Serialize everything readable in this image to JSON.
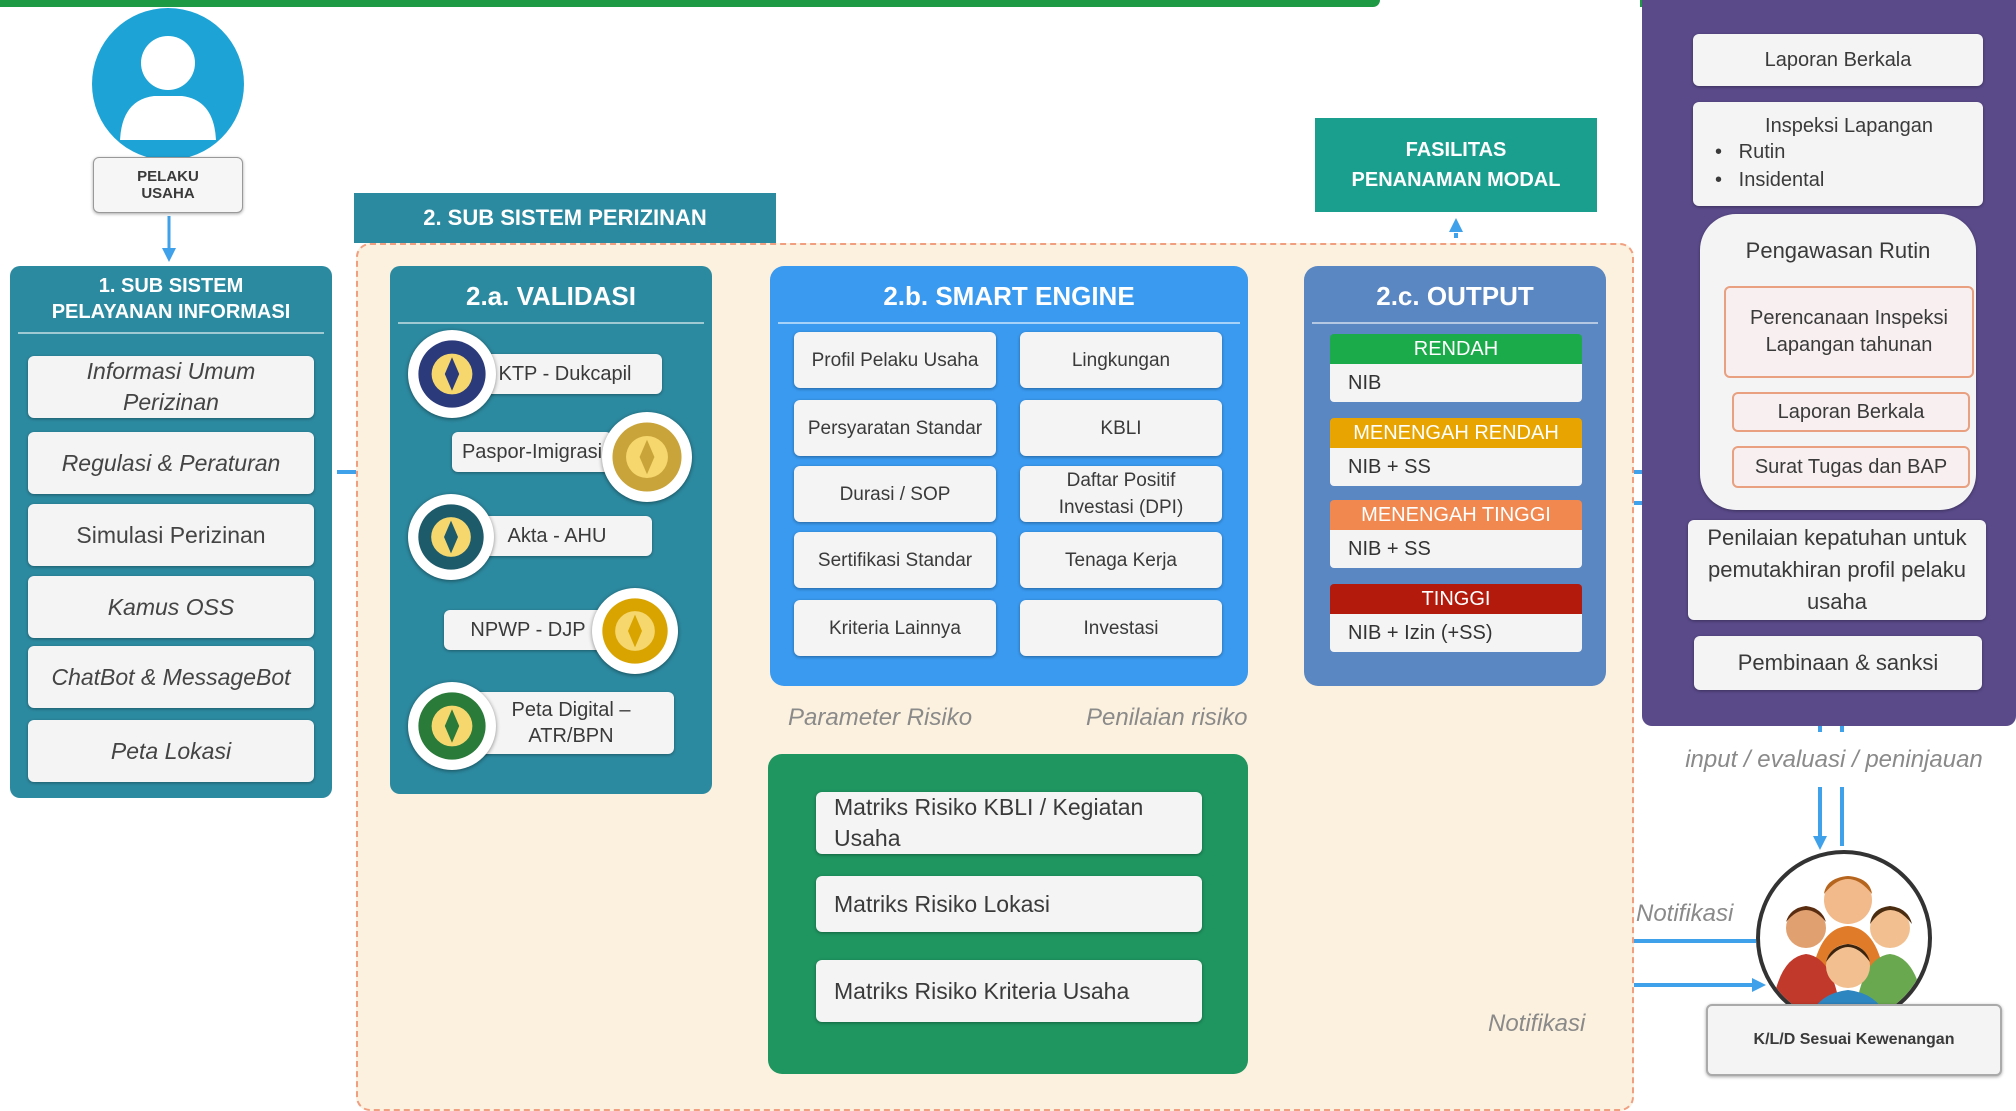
{
  "colors": {
    "teal": "#2c8aa0",
    "blue": "#2e7fd6",
    "bright_blue": "#3a9af0",
    "green": "#1f9560",
    "purple": "#5a4a8a",
    "cream": "#fcf1de",
    "arrow": "#3ea1ea"
  },
  "actor": {
    "label_line1": "PELAKU",
    "label_line2": "USAHA"
  },
  "sub1": {
    "title_line1": "1. SUB SISTEM",
    "title_line2": "PELAYANAN INFORMASI",
    "items": [
      "Informasi Umum Perizinan",
      "Regulasi & Peraturan",
      "Simulasi Perizinan",
      "Kamus OSS",
      "ChatBot & MessageBot",
      "Peta Lokasi"
    ]
  },
  "sub2": {
    "title": "2. SUB SISTEM PERIZINAN"
  },
  "validasi": {
    "title": "2.a. VALIDASI",
    "items": [
      {
        "label": "KTP -  Dukcapil",
        "icon": "dukcapil-logo"
      },
      {
        "label": "Paspor-Imigrasi",
        "icon": "imigrasi-logo"
      },
      {
        "label": "Akta - AHU",
        "icon": "ahu-logo"
      },
      {
        "label": "NPWP - DJP",
        "icon": "djp-logo"
      },
      {
        "label": "Peta Digital – ATR/BPN",
        "icon": "atr-bpn-logo"
      }
    ]
  },
  "smart": {
    "title": "2.b. SMART ENGINE",
    "left": [
      "Profil Pelaku Usaha",
      "Persyaratan Standar",
      "Durasi / SOP",
      "Sertifikasi Standar",
      "Kriteria Lainnya"
    ],
    "right": [
      "Lingkungan",
      "KBLI",
      "Daftar Positif Investasi (DPI)",
      "Tenaga Kerja",
      "Investasi"
    ]
  },
  "param_label": "Parameter Risiko",
  "penilaian_label": "Penilaian risiko",
  "matriks": [
    "Matriks Risiko KBLI / Kegiatan Usaha",
    "Matriks Risiko Lokasi",
    "Matriks Risiko Kriteria Usaha"
  ],
  "fasilitas": {
    "line1": "FASILITAS",
    "line2": "PENANAMAN MODAL"
  },
  "output": {
    "title": "2.c. OUTPUT",
    "levels": [
      {
        "level": "RENDAH",
        "value": "NIB",
        "color": "#1cab4a"
      },
      {
        "level": "MENENGAH RENDAH",
        "value": "NIB + SS",
        "color": "#e8a400"
      },
      {
        "level": "MENENGAH TINGGI",
        "value": "NIB + SS",
        "color": "#f08850"
      },
      {
        "level": "TINGGI",
        "value": "NIB + Izin (+SS)",
        "color": "#b31a0c"
      }
    ]
  },
  "pengawasan": {
    "laporan_berkala": "Laporan Berkala",
    "inspeksi_title": "Inspeksi Lapangan",
    "inspeksi_items": [
      "Rutin",
      "Insidental"
    ],
    "rutin_title": "Pengawasan Rutin",
    "rutin_items": [
      "Perencanaan Inspeksi Lapangan tahunan",
      "Laporan Berkala",
      "Surat Tugas dan BAP"
    ],
    "penilaian": "Penilaian kepatuhan untuk pemutakhiran profil pelaku usaha",
    "pembinaan": "Pembinaan & sanksi"
  },
  "input_label": "input / evaluasi / peninjauan",
  "notifikasi_label": "Notifikasi",
  "kld_label": "K/L/D Sesuai Kewenangan"
}
